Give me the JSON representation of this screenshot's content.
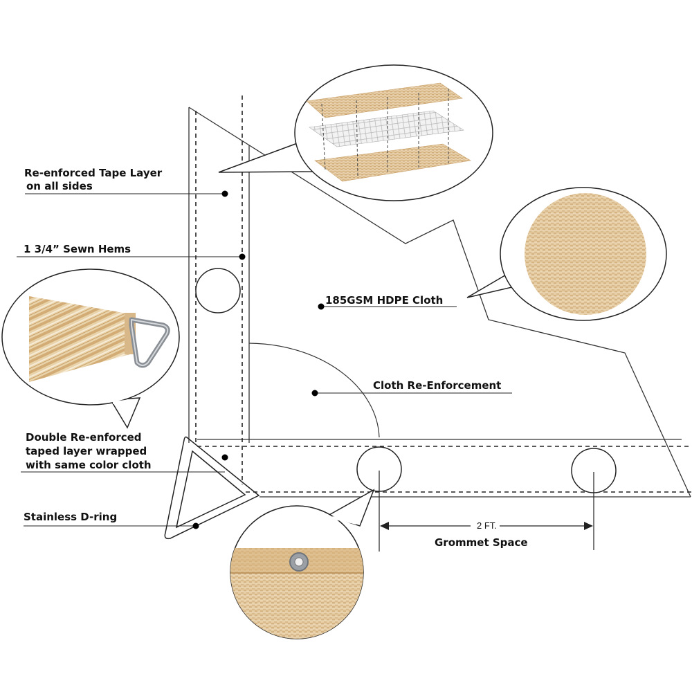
{
  "labels": {
    "tape_layer_line1": "Re-enforced Tape Layer",
    "tape_layer_line2": "on all sides",
    "sewn_hems": "1 3/4” Sewn Hems",
    "hdpe_cloth": "185GSM HDPE Cloth",
    "cloth_reinforcement": "Cloth Re-Enforcement",
    "double_layer_line1": "Double Re-enforced",
    "double_layer_line2": "taped layer wrapped",
    "double_layer_line3": "with same color cloth",
    "d_ring": "Stainless D-ring",
    "grommet_distance": "2 FT.",
    "grommet_space": "Grommet Space"
  },
  "colors": {
    "line": "#222222",
    "fabric_light": "#ecd7b4",
    "fabric_mid": "#dcbb8a",
    "fabric_dark": "#c9a06a",
    "mesh_grey": "#c8c8c8",
    "steel": "#8a8f95"
  }
}
